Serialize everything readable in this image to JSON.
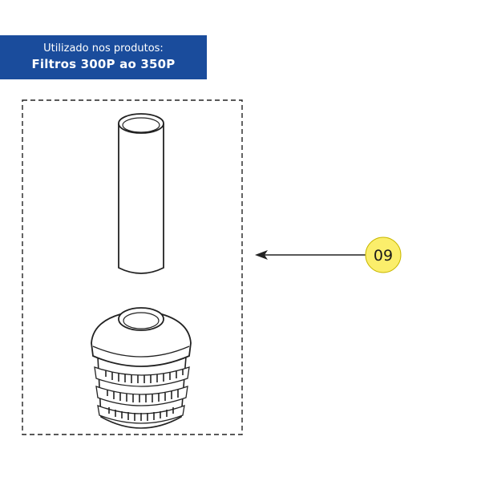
{
  "banner": {
    "line1": "Utilizado nos produtos:",
    "line2": "Filtros 300P ao 350P",
    "background": "#1a4c9c",
    "text_color": "#ffffff"
  },
  "callout": {
    "label": "09",
    "fill": "#fbee6b"
  },
  "parts": [
    "tube-part",
    "strainer-basket-part"
  ]
}
